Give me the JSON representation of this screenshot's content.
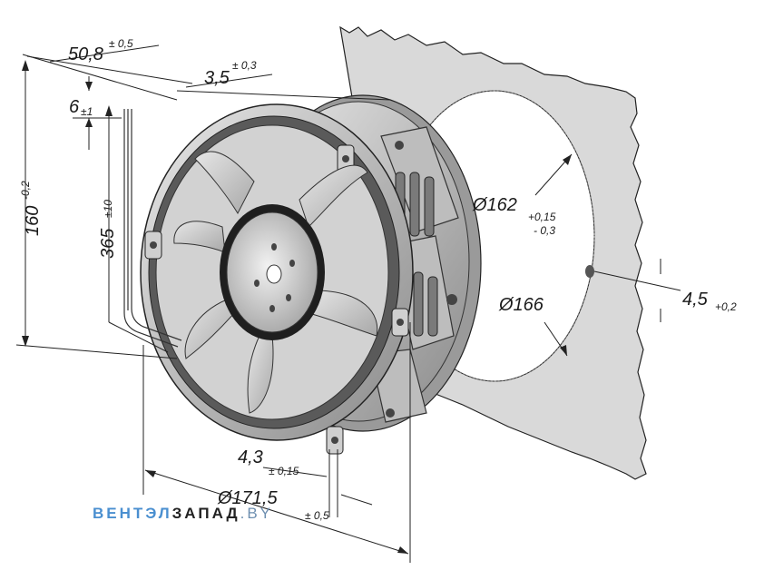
{
  "dimensions": {
    "depth": {
      "value": "50,8",
      "tolerance": "± 0,5"
    },
    "flange": {
      "value": "3,5",
      "tolerance": "± 0,3"
    },
    "wire_strip": {
      "value": "6",
      "tolerance": "±1"
    },
    "height": {
      "value": "160",
      "tolerance": "-0,2"
    },
    "cable_length": {
      "value": "365",
      "tolerance": "±10"
    },
    "cutout_diameter": {
      "value": "Ø162",
      "tolerance_upper": "+0,15",
      "tolerance_lower": "- 0,3"
    },
    "bolt_circle": {
      "value": "Ø166"
    },
    "hole": {
      "value": "4,5",
      "tolerance": "+0,2"
    },
    "hole_offset": {
      "value": "4,3",
      "tolerance": "± 0,15"
    },
    "fan_diameter": {
      "value": "Ø171,5",
      "tolerance": "± 0,5"
    }
  },
  "watermark": {
    "part1": "ВЕНТЭЛ",
    "part2": "ЗАПАД",
    "part3": ".BY",
    "color1": "#4a8fd0",
    "color2": "#222222",
    "color3": "#6e8fb0"
  },
  "colors": {
    "panel": "#d9d9d9",
    "fan_metal": "#c9c9c9",
    "fan_dark": "#3c3c3c"
  }
}
